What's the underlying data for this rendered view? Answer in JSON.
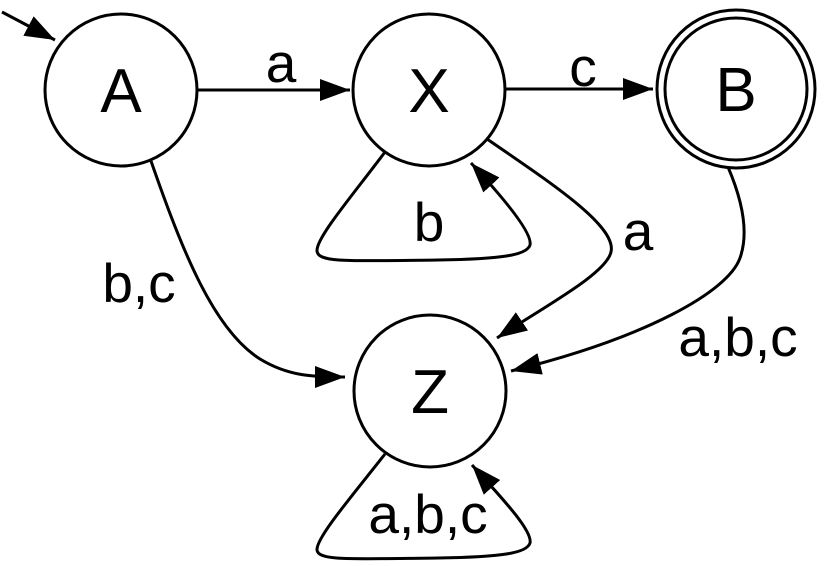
{
  "diagram": {
    "kind": "finite-state-automaton",
    "background_color": "#ffffff",
    "stroke_color": "#000000",
    "states": [
      {
        "id": "A",
        "label": "A",
        "initial": true,
        "accepting": false
      },
      {
        "id": "X",
        "label": "X",
        "initial": false,
        "accepting": false
      },
      {
        "id": "B",
        "label": "B",
        "initial": false,
        "accepting": true
      },
      {
        "id": "Z",
        "label": "Z",
        "initial": false,
        "accepting": false
      }
    ],
    "transitions": [
      {
        "from": "A",
        "to": "X",
        "label": "a"
      },
      {
        "from": "X",
        "to": "X",
        "label": "b"
      },
      {
        "from": "X",
        "to": "B",
        "label": "c"
      },
      {
        "from": "A",
        "to": "Z",
        "label": "b,c"
      },
      {
        "from": "X",
        "to": "Z",
        "label": "a"
      },
      {
        "from": "B",
        "to": "Z",
        "label": "a,b,c"
      },
      {
        "from": "Z",
        "to": "Z",
        "label": "a,b,c"
      }
    ]
  }
}
